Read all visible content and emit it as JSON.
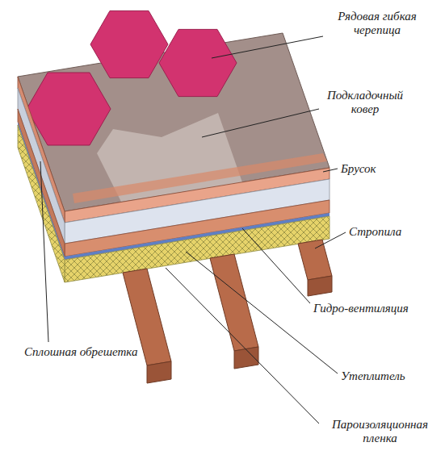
{
  "diagram": {
    "labels": [
      "Рядовая гибкая черепица",
      "Подкладочный ковер",
      "Брусок",
      "Стропила",
      "Гидро-вентиляция",
      "Сплошная обрешетка",
      "Утеплитель",
      "Пароизоляционная пленка"
    ]
  }
}
